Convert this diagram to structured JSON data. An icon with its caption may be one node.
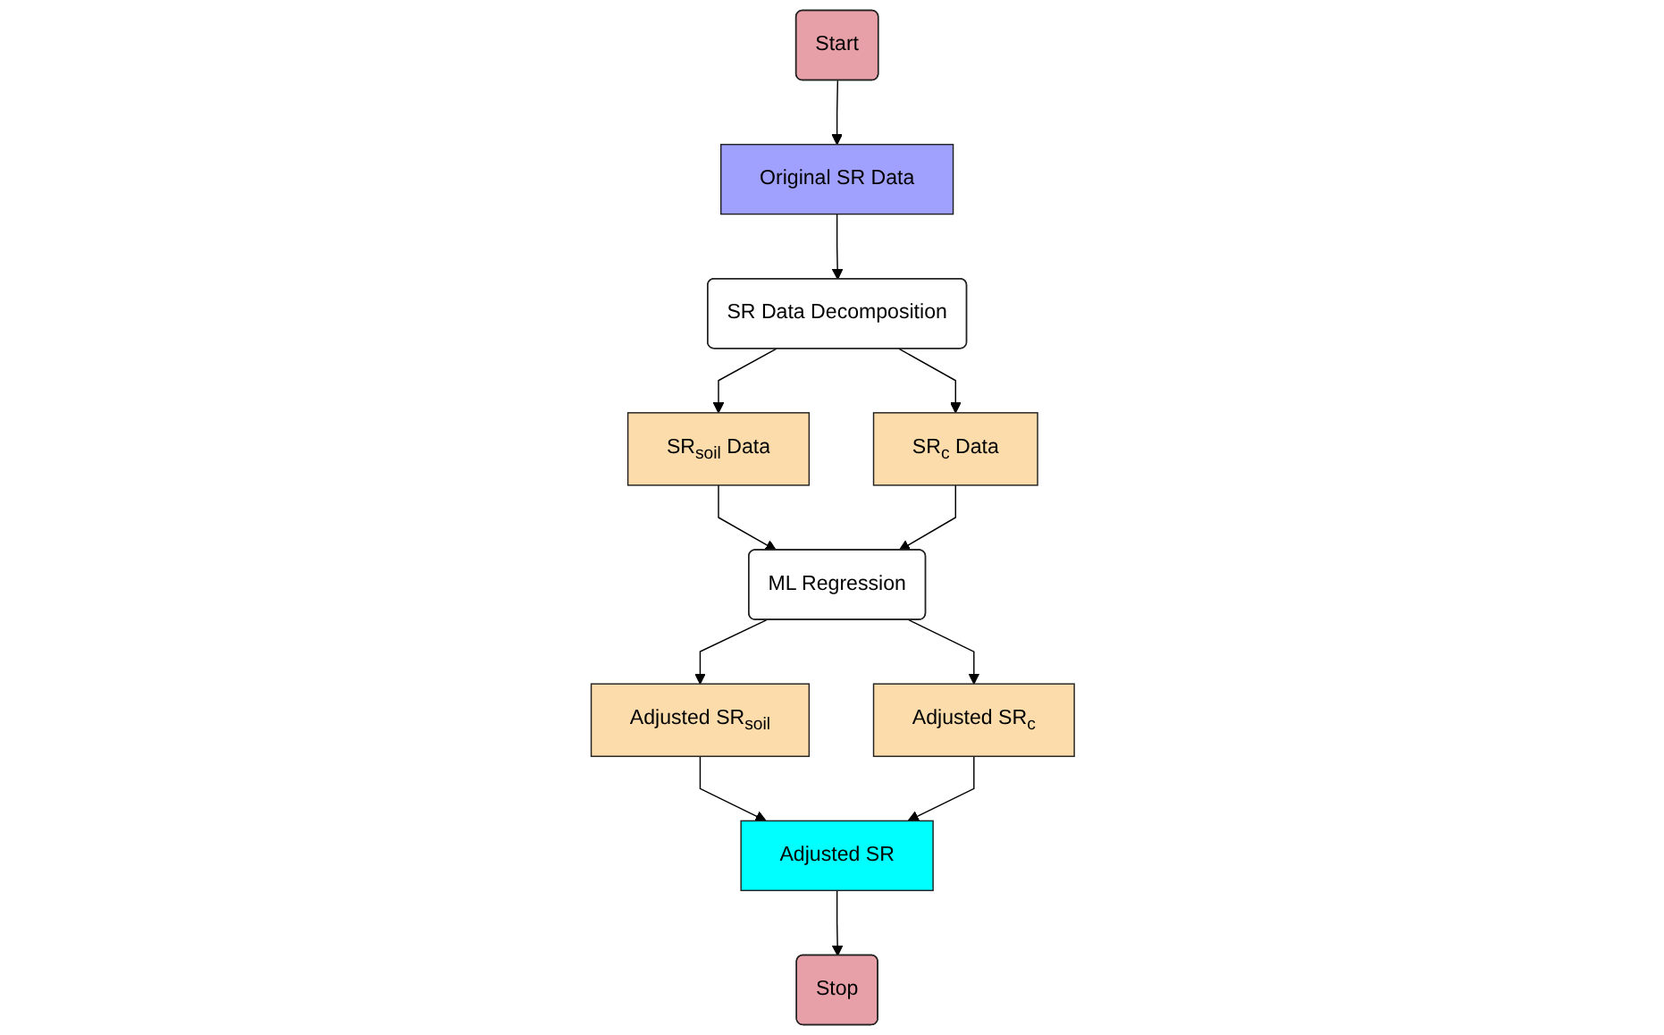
{
  "diagram": {
    "nodes": [
      {
        "text": [
          "Start"
        ]
      },
      {
        "text": [
          "Original SR Data"
        ]
      },
      {
        "text": [
          "SR Data Decomposition"
        ]
      },
      {
        "text": [
          "SR$_{soil}$ Data"
        ]
      },
      {
        "text": [
          "SR$_{c}$ Data"
        ]
      },
      {
        "text": [
          "ML Regression"
        ]
      },
      {
        "text": [
          "Adjusted SR$_{soil}$"
        ]
      },
      {
        "text": [
          "Adjusted SR$_{c}$"
        ]
      },
      {
        "text": [
          "Adjusted SR"
        ]
      },
      {
        "text": [
          "Stop"
        ]
      }
    ],
    "edges": [
      {
        "from": 0,
        "to": 1,
        "arrow": "to"
      },
      {
        "from": 1,
        "to": 2,
        "arrow": "to"
      },
      {
        "from": 2,
        "to": 3,
        "arrow": "to"
      },
      {
        "from": 2,
        "to": 4,
        "arrow": "to"
      },
      {
        "from": 3,
        "to": 5,
        "arrow": "to"
      },
      {
        "from": 4,
        "to": 5,
        "arrow": "to"
      },
      {
        "from": 5,
        "to": 6,
        "arrow": "to"
      },
      {
        "from": 5,
        "to": 7,
        "arrow": "to"
      },
      {
        "from": 6,
        "to": 8,
        "arrow": "to"
      },
      {
        "from": 7,
        "to": 8,
        "arrow": "to"
      },
      {
        "from": 8,
        "to": 9,
        "arrow": "to"
      }
    ]
  }
}
